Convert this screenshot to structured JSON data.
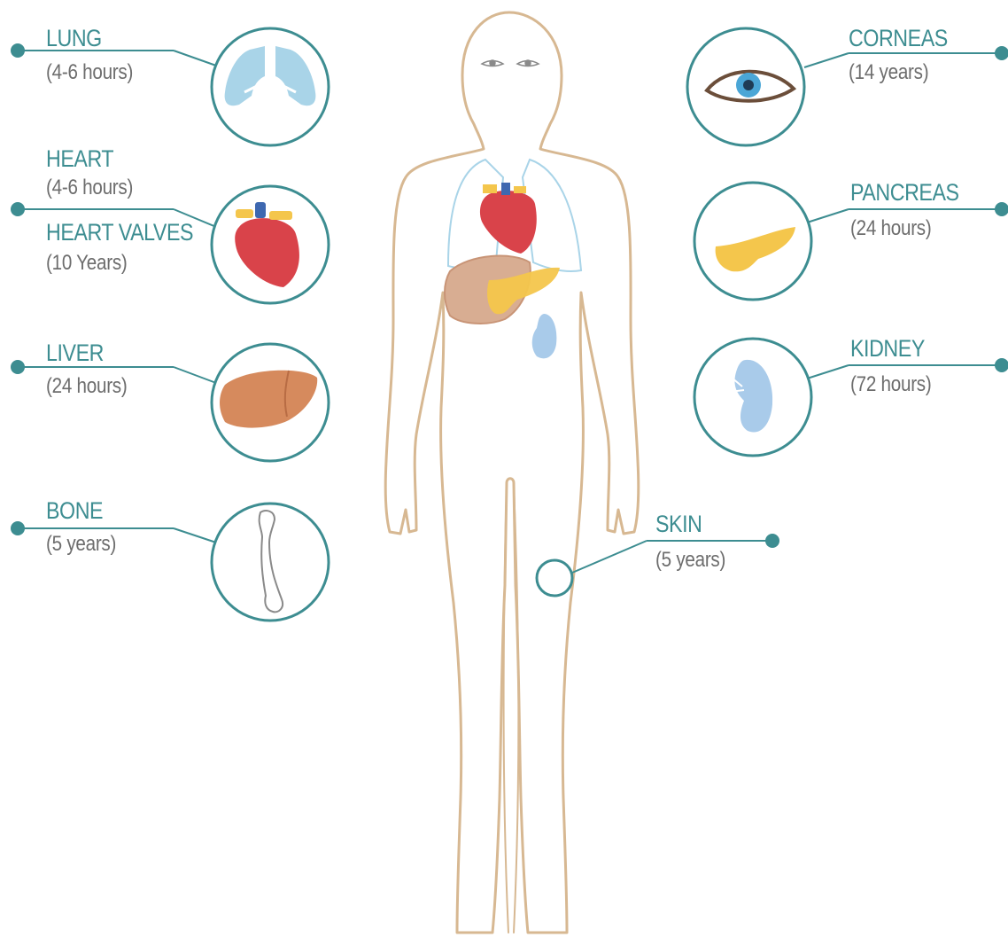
{
  "colors": {
    "accent": "#3d8d91",
    "subtext": "#6d6d6d",
    "body_outline": "#d7b892",
    "lung": "#a9d4e8",
    "heart": "#d9434a",
    "liver": "#d68a5d",
    "pancreas": "#f4c64c",
    "kidney": "#a9cbea",
    "eye_iris": "#4aa6d6"
  },
  "organs": {
    "lung": {
      "name": "LUNG",
      "time": "(4-6 hours)",
      "icon": "lungs-icon"
    },
    "heart": {
      "name": "HEART",
      "time": "(4-6 hours)",
      "icon": "heart-icon"
    },
    "heart_valves": {
      "name": "HEART VALVES",
      "time": "(10 Years)"
    },
    "liver": {
      "name": "LIVER",
      "time": "(24 hours)",
      "icon": "liver-icon"
    },
    "bone": {
      "name": "BONE",
      "time": "(5 years)",
      "icon": "bone-icon"
    },
    "corneas": {
      "name": "CORNEAS",
      "time": "(14 years)",
      "icon": "eye-icon"
    },
    "pancreas": {
      "name": "PANCREAS",
      "time": "(24 hours)",
      "icon": "pancreas-icon"
    },
    "kidney": {
      "name": "KIDNEY",
      "time": "(72 hours)",
      "icon": "kidney-icon"
    },
    "skin": {
      "name": "SKIN",
      "time": "(5 years)",
      "icon": "skin-circle-icon"
    }
  }
}
